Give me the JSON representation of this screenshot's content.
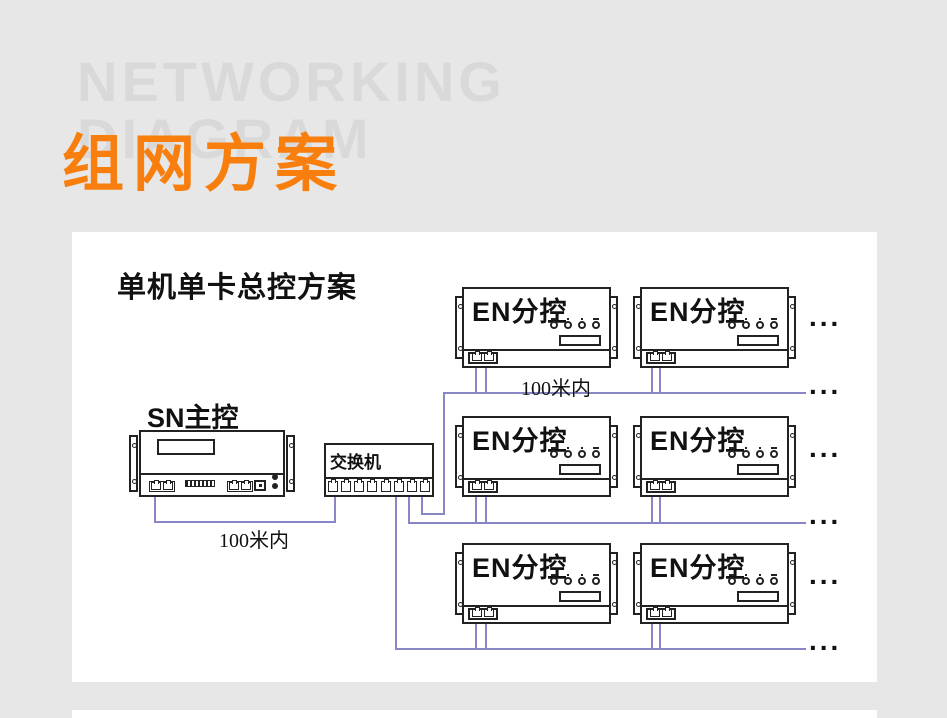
{
  "header": {
    "watermark_line1": "NETWORKING",
    "watermark_line2": "DIAGRAM",
    "page_title": "组网方案"
  },
  "panel": {
    "section_title": "单机单卡总控方案",
    "master_label": "SN主控",
    "switch_label": "交换机",
    "en_units": [
      {
        "label": "EN分控"
      },
      {
        "label": "EN分控"
      },
      {
        "label": "EN分控"
      },
      {
        "label": "EN分控"
      },
      {
        "label": "EN分控"
      },
      {
        "label": "EN分控"
      }
    ],
    "distance_labels": [
      "100米内",
      "100米内"
    ],
    "ellipsis": "..."
  },
  "colors": {
    "background": "#E7E7E7",
    "panel_background": "#FFFFFF",
    "accent_orange": "#F87E0E",
    "watermark_gray": "#D9D9D9",
    "device_outline": "#222222",
    "connection_purple": "#8886C4"
  }
}
